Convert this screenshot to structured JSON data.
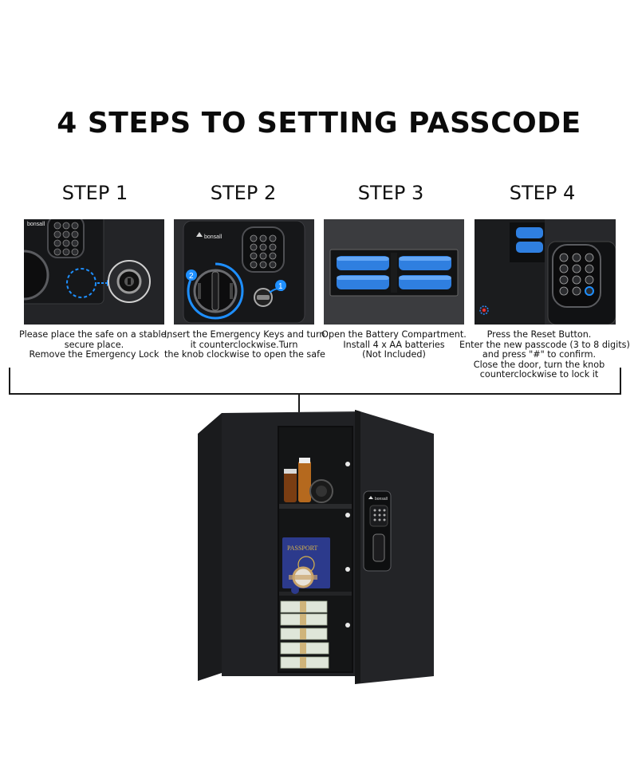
{
  "title": "4 STEPS TO SETTING PASSCODE",
  "steps": [
    {
      "label": "STEP 1",
      "caption": [
        "Please place the safe on a stable,",
        "secure place.",
        "Remove the Emergency Lock"
      ],
      "brand": "bonsall"
    },
    {
      "label": "STEP 2",
      "caption": [
        "Insert the Emergency Keys and turn",
        "it counterclockwise.Turn",
        "the knob clockwise to open the safe"
      ],
      "brand": "bonsall",
      "markers": [
        "1",
        "2"
      ]
    },
    {
      "label": "STEP 3",
      "caption": [
        "Open the Battery Compartment.",
        "Install 4 x AA batteries",
        "(Not Included)"
      ]
    },
    {
      "label": "STEP 4",
      "caption": [
        "Press the Reset Button.",
        "Enter the new passcode (3 to 8 digits)",
        "and press \"#\" to confirm.",
        "Close the door, turn the knob",
        "counterclockwise to lock it"
      ]
    }
  ],
  "safe": {
    "passport_text": "PASSPORT",
    "brand": "bonsall"
  },
  "colors": {
    "safe_body": "#1e1f21",
    "accent_blue": "#1e8fff",
    "battery_blue": "#2f7fe0"
  }
}
